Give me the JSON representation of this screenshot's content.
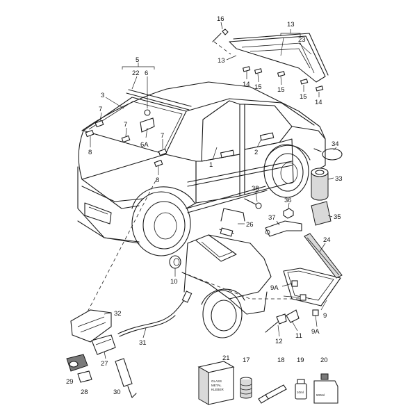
{
  "callouts": {
    "c1": "1",
    "c2": "2",
    "c3": "3",
    "c5": "5",
    "c6": "6",
    "c6A": "6A",
    "c7a": "7",
    "c7b": "7",
    "c7c": "7",
    "c8a": "8",
    "c8b": "8",
    "c9": "9",
    "c9Aa": "9A",
    "c9Ab": "9A",
    "c10": "10",
    "c11": "11",
    "c12": "12",
    "c13a": "13",
    "c13b": "13",
    "c14a": "14",
    "c14b": "14",
    "c15a": "15",
    "c15b": "15",
    "c15c": "15",
    "c16": "16",
    "c17": "17",
    "c18": "18",
    "c19": "19",
    "c20": "20",
    "c21": "21",
    "c22": "22",
    "c23": "23",
    "c24": "24",
    "c26": "26",
    "c27": "27",
    "c28": "28",
    "c29": "29",
    "c30": "30",
    "c31": "31",
    "c32": "32",
    "c33": "33",
    "c34": "34",
    "c35": "35",
    "c36": "36",
    "c37": "37",
    "c38": "38"
  },
  "box_label": {
    "line1": "GLASS",
    "line2": "METAL",
    "line3": "KLEBER"
  },
  "bottle_label": "10ml",
  "can_label": "500ml"
}
